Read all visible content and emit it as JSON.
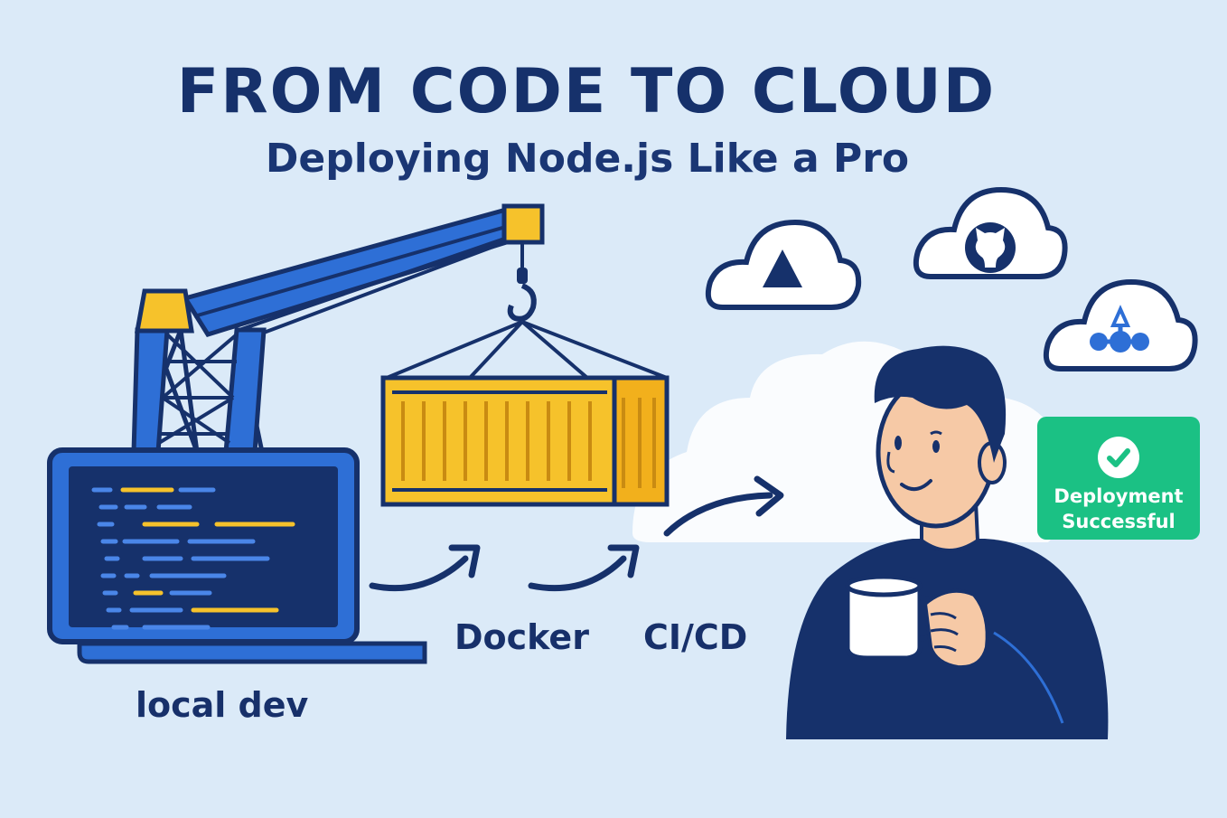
{
  "header": {
    "title": "FROM CODE TO CLOUD",
    "subtitle": "Deploying Node.js Like a Pro"
  },
  "stages": {
    "local": "local dev",
    "docker": "Docker",
    "cicd": "CI/CD"
  },
  "badge": {
    "line1": "Deployment",
    "line2": "Successful"
  },
  "clouds": [
    "triangle-icon",
    "github-icon",
    "network-icon"
  ],
  "colors": {
    "background": "#dbeaf8",
    "navy": "#16316b",
    "crane_blue": "#2e6fd6",
    "container_yellow": "#f6c22b",
    "success_green": "#1bc184",
    "skin": "#f6c9a6"
  }
}
